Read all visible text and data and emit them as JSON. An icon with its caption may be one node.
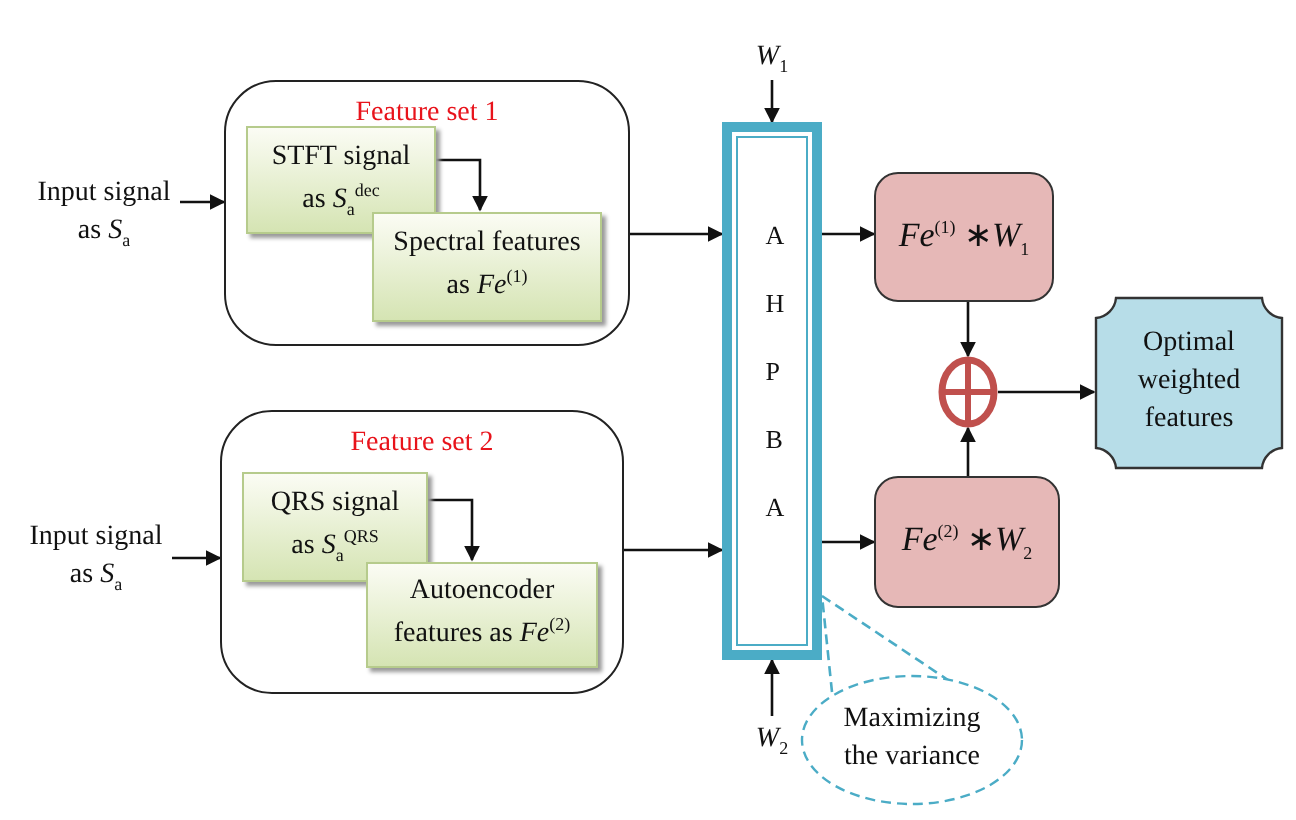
{
  "diagram": {
    "nodes": [
      {
        "text": [
          "Input signal as *S*$_{a}$"
        ]
      },
      {
        "text": [
          "Feature set 1"
        ]
      },
      {
        "text": [
          "STFT signal as *S*$_{a}$$^{dec}$"
        ],
        "in": 1
      },
      {
        "text": [
          "Spectral features as *Fe*$^{(1)}$"
        ],
        "in": 1
      },
      {
        "text": [
          "Input signal as *S*$_{a}$"
        ]
      },
      {
        "text": [
          "Feature set 2"
        ]
      },
      {
        "text": [
          "QRS signal as *S*$_{a}$$^{QRS}$"
        ],
        "in": 5
      },
      {
        "text": [
          "Autoencoder features as *Fe*$^{(2)}$"
        ],
        "in": 5
      },
      {
        "text": [
          "*W*$_{1}$"
        ]
      },
      {
        "text": [
          "A H P B A"
        ]
      },
      {
        "text": [
          "*W*$_{2}$"
        ]
      },
      {
        "text": [
          "*Fe*$^{(1)}$ ∗*W*$_{1}$"
        ]
      },
      {
        "text": [
          "*Fe*$^{(2)}$ ∗*W*$_{2}$"
        ]
      },
      {
        "text": [],
        "shape": "circle"
      },
      {
        "text": [
          "Optimal weighted features"
        ]
      },
      {
        "text": [
          "Maximizing the variance"
        ]
      }
    ],
    "edges": [
      {
        "from": 0,
        "to": 1,
        "arrow": "to"
      },
      {
        "from": 2,
        "to": 3,
        "arrow": "to"
      },
      {
        "from": 1,
        "to": 9,
        "arrow": "to"
      },
      {
        "from": 4,
        "to": 5,
        "arrow": "to"
      },
      {
        "from": 6,
        "to": 7,
        "arrow": "to"
      },
      {
        "from": 5,
        "to": 9,
        "arrow": "to"
      },
      {
        "from": 8,
        "to": 9,
        "arrow": "to"
      },
      {
        "from": 10,
        "to": 9,
        "arrow": "to"
      },
      {
        "from": 9,
        "to": 11,
        "arrow": "to"
      },
      {
        "from": 9,
        "to": 12,
        "arrow": "to"
      },
      {
        "from": 11,
        "to": 13,
        "arrow": "to"
      },
      {
        "from": 12,
        "to": 13,
        "arrow": "to"
      },
      {
        "from": 13,
        "to": 14,
        "arrow": "to"
      },
      {
        "from": 15,
        "to": 9,
        "arrow": "none",
        "style": "dashed",
        "color": "#4bacc6"
      }
    ]
  }
}
